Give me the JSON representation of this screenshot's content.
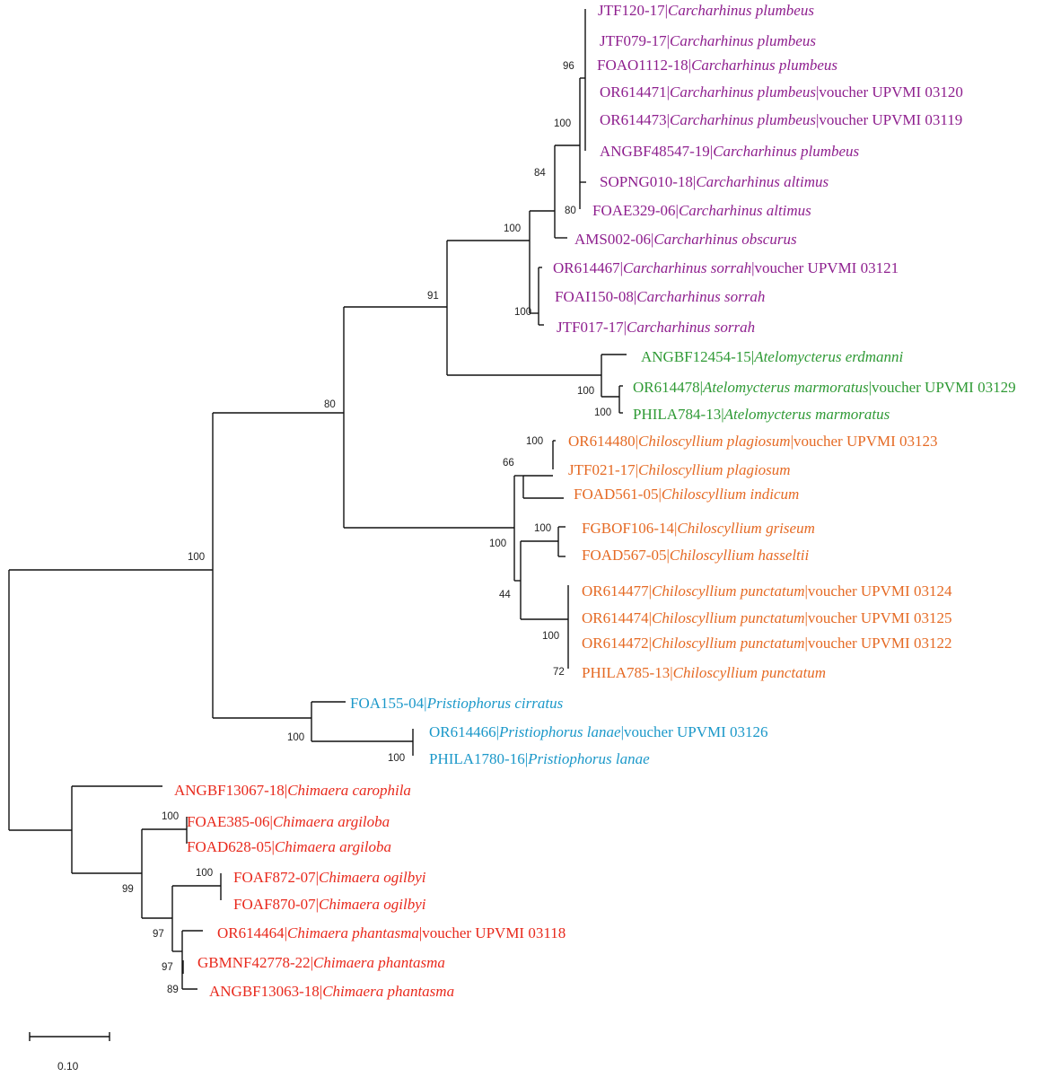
{
  "colors": {
    "carcharhinus": "#8e1f8e",
    "atelomycterus": "#2f9a35",
    "chiloscyllium": "#e56a24",
    "pristiophorus": "#1b98c9",
    "chimaera": "#e8291c",
    "branches": "#111111"
  },
  "leaves": [
    {
      "id": "JTF120-17",
      "species": "Carcharhinus plumbeus",
      "voucher": "",
      "clade": "carcharhinus"
    },
    {
      "id": "JTF079-17",
      "species": "Carcharhinus plumbeus",
      "voucher": "",
      "clade": "carcharhinus"
    },
    {
      "id": "FOAO1112-18",
      "species": "Carcharhinus plumbeus",
      "voucher": "",
      "clade": "carcharhinus"
    },
    {
      "id": "OR614471",
      "species": "Carcharhinus plumbeus",
      "voucher": "voucher UPVMI 03120",
      "clade": "carcharhinus"
    },
    {
      "id": "OR614473",
      "species": "Carcharhinus plumbeus",
      "voucher": "voucher UPVMI 03119",
      "clade": "carcharhinus"
    },
    {
      "id": "ANGBF48547-19",
      "species": "Carcharhinus plumbeus",
      "voucher": "",
      "clade": "carcharhinus"
    },
    {
      "id": "SOPNG010-18",
      "species": "Carcharhinus altimus",
      "voucher": "",
      "clade": "carcharhinus"
    },
    {
      "id": "FOAE329-06",
      "species": "Carcharhinus altimus",
      "voucher": "",
      "clade": "carcharhinus"
    },
    {
      "id": "AMS002-06",
      "species": "Carcharhinus obscurus",
      "voucher": "",
      "clade": "carcharhinus"
    },
    {
      "id": "OR614467",
      "species": "Carcharhinus sorrah",
      "voucher": "voucher UPVMI 03121",
      "clade": "carcharhinus"
    },
    {
      "id": "FOAI150-08",
      "species": "Carcharhinus sorrah",
      "voucher": "",
      "clade": "carcharhinus"
    },
    {
      "id": "JTF017-17",
      "species": "Carcharhinus sorrah",
      "voucher": "",
      "clade": "carcharhinus"
    },
    {
      "id": "ANGBF12454-15",
      "species": "Atelomycterus erdmanni",
      "voucher": "",
      "clade": "atelomycterus"
    },
    {
      "id": "OR614478",
      "species": "Atelomycterus marmoratus",
      "voucher": "voucher UPVMI 03129",
      "clade": "atelomycterus"
    },
    {
      "id": "PHILA784-13",
      "species": "Atelomycterus marmoratus",
      "voucher": "",
      "clade": "atelomycterus"
    },
    {
      "id": "OR614480",
      "species": "Chiloscyllium plagiosum",
      "voucher": "voucher UPVMI 03123",
      "clade": "chiloscyllium"
    },
    {
      "id": "JTF021-17",
      "species": "Chiloscyllium plagiosum",
      "voucher": "",
      "clade": "chiloscyllium"
    },
    {
      "id": "FOAD561-05",
      "species": "Chiloscyllium indicum",
      "voucher": "",
      "clade": "chiloscyllium"
    },
    {
      "id": "FGBOF106-14",
      "species": "Chiloscyllium griseum",
      "voucher": "",
      "clade": "chiloscyllium"
    },
    {
      "id": "FOAD567-05",
      "species": "Chiloscyllium hasseltii",
      "voucher": "",
      "clade": "chiloscyllium"
    },
    {
      "id": "OR614477",
      "species": "Chiloscyllium punctatum",
      "voucher": "voucher UPVMI 03124",
      "clade": "chiloscyllium"
    },
    {
      "id": "OR614474",
      "species": "Chiloscyllium punctatum",
      "voucher": "voucher UPVMI 03125",
      "clade": "chiloscyllium"
    },
    {
      "id": "OR614472",
      "species": "Chiloscyllium punctatum",
      "voucher": "voucher UPVMI 03122",
      "clade": "chiloscyllium"
    },
    {
      "id": "PHILA785-13",
      "species": "Chiloscyllium punctatum",
      "voucher": "",
      "clade": "chiloscyllium"
    },
    {
      "id": "FOA155-04",
      "species": "Pristiophorus cirratus",
      "voucher": "",
      "clade": "pristiophorus"
    },
    {
      "id": "OR614466",
      "species": "Pristiophorus lanae",
      "voucher": "voucher UPVMI 03126",
      "clade": "pristiophorus"
    },
    {
      "id": "PHILA1780-16",
      "species": "Pristiophorus lanae",
      "voucher": "",
      "clade": "pristiophorus"
    },
    {
      "id": "ANGBF13067-18",
      "species": "Chimaera carophila",
      "voucher": "",
      "clade": "chimaera"
    },
    {
      "id": "FOAE385-06",
      "species": "Chimaera argiloba",
      "voucher": "",
      "clade": "chimaera"
    },
    {
      "id": "FOAD628-05",
      "species": "Chimaera argiloba",
      "voucher": "",
      "clade": "chimaera"
    },
    {
      "id": "FOAF872-07",
      "species": "Chimaera ogilbyi",
      "voucher": "",
      "clade": "chimaera"
    },
    {
      "id": "FOAF870-07",
      "species": "Chimaera ogilbyi",
      "voucher": "",
      "clade": "chimaera"
    },
    {
      "id": "OR614464",
      "species": "Chimaera phantasma",
      "voucher": "voucher UPVMI 03118",
      "clade": "chimaera"
    },
    {
      "id": "GBMNF42778-22",
      "species": "Chimaera phantasma",
      "voucher": "",
      "clade": "chimaera"
    },
    {
      "id": "ANGBF13063-18",
      "species": "Chimaera phantasma",
      "voucher": "",
      "clade": "chimaera"
    }
  ],
  "supports": [
    "96",
    "100",
    "84",
    "100",
    "91",
    "80",
    "100",
    "100",
    "100",
    "80",
    "100",
    "66",
    "100",
    "100",
    "44",
    "100",
    "72",
    "100",
    "100",
    "100",
    "100",
    "99",
    "100",
    "97",
    "97",
    "89"
  ],
  "scale_bar": {
    "value": 0.1,
    "label": "0.10"
  }
}
